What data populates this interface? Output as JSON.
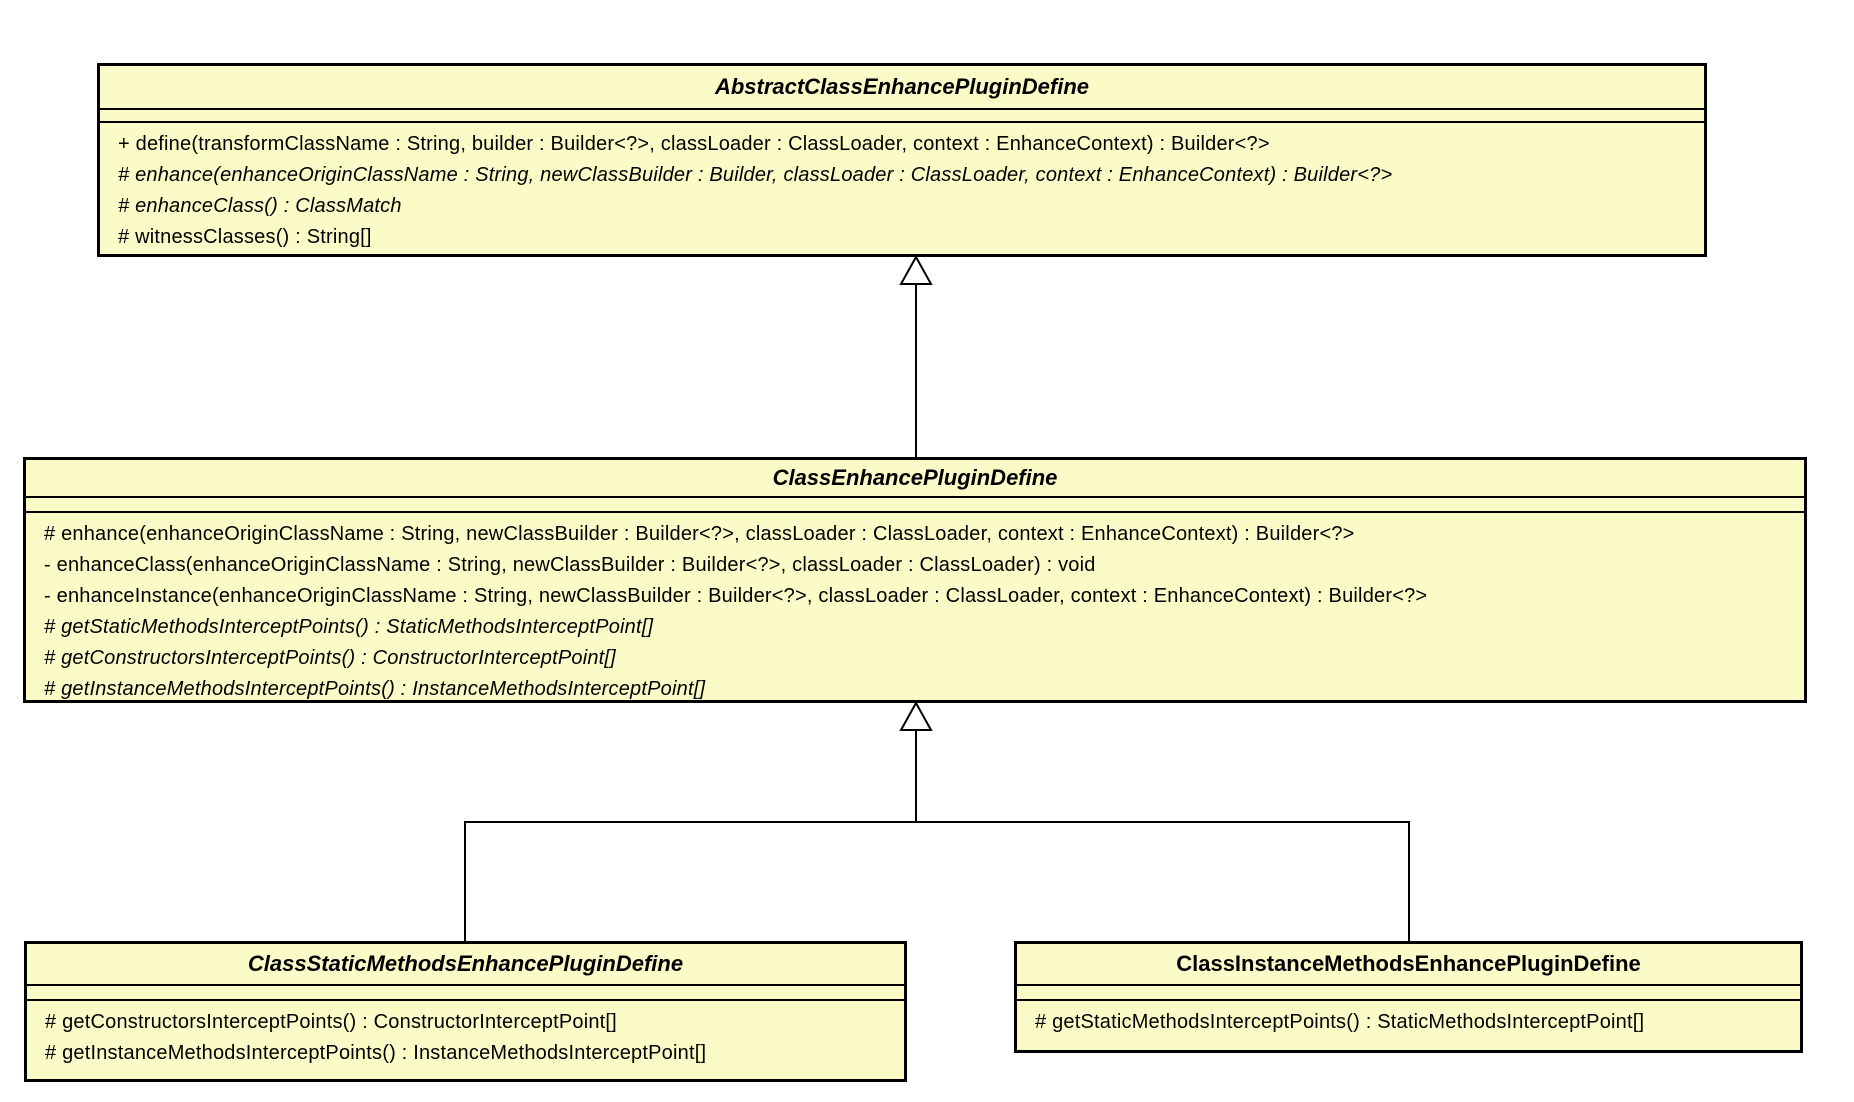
{
  "diagram": {
    "type": "uml-class-diagram",
    "background_color": "#FFFFFF",
    "box_fill_color": "#FBFBC8",
    "border_color": "#000000",
    "text_color": "#000000"
  },
  "classes": [
    {
      "name": "AbstractClassEnhancePluginDefine",
      "name_style": "bold-italic",
      "abstract": true,
      "attributes": [],
      "methods": [
        {
          "text": "+ define(transformClassName : String, builder : Builder<?>, classLoader : ClassLoader, context : EnhanceContext) : Builder<?>",
          "style": "normal"
        },
        {
          "text": "# enhance(enhanceOriginClassName : String, newClassBuilder : Builder, classLoader : ClassLoader, context : EnhanceContext) : Builder<?>",
          "style": "italic"
        },
        {
          "text": "# enhanceClass() : ClassMatch",
          "style": "italic"
        },
        {
          "text": "# witnessClasses() : String[]",
          "style": "normal"
        }
      ]
    },
    {
      "name": "ClassEnhancePluginDefine",
      "name_style": "bold-italic",
      "abstract": true,
      "attributes": [],
      "methods": [
        {
          "text": "# enhance(enhanceOriginClassName : String, newClassBuilder : Builder<?>, classLoader : ClassLoader, context : EnhanceContext) : Builder<?>",
          "style": "normal"
        },
        {
          "text": "- enhanceClass(enhanceOriginClassName : String, newClassBuilder : Builder<?>, classLoader : ClassLoader) : void",
          "style": "normal"
        },
        {
          "text": "- enhanceInstance(enhanceOriginClassName : String, newClassBuilder : Builder<?>, classLoader : ClassLoader, context : EnhanceContext) : Builder<?>",
          "style": "normal"
        },
        {
          "text": "# getStaticMethodsInterceptPoints() : StaticMethodsInterceptPoint[]",
          "style": "italic"
        },
        {
          "text": "# getConstructorsInterceptPoints() : ConstructorInterceptPoint[]",
          "style": "italic"
        },
        {
          "text": "# getInstanceMethodsInterceptPoints() : InstanceMethodsInterceptPoint[]",
          "style": "italic"
        }
      ]
    },
    {
      "name": "ClassStaticMethodsEnhancePluginDefine",
      "name_style": "bold-italic",
      "abstract": true,
      "attributes": [],
      "methods": [
        {
          "text": "# getConstructorsInterceptPoints() : ConstructorInterceptPoint[]",
          "style": "normal"
        },
        {
          "text": "# getInstanceMethodsInterceptPoints() : InstanceMethodsInterceptPoint[]",
          "style": "normal"
        }
      ]
    },
    {
      "name": "ClassInstanceMethodsEnhancePluginDefine",
      "name_style": "bold",
      "abstract": false,
      "attributes": [],
      "methods": [
        {
          "text": "# getStaticMethodsInterceptPoints() : StaticMethodsInterceptPoint[]",
          "style": "normal"
        }
      ]
    }
  ],
  "relations": [
    {
      "type": "generalization",
      "from": "ClassEnhancePluginDefine",
      "to": "AbstractClassEnhancePluginDefine"
    },
    {
      "type": "generalization",
      "from": "ClassStaticMethodsEnhancePluginDefine",
      "to": "ClassEnhancePluginDefine"
    },
    {
      "type": "generalization",
      "from": "ClassInstanceMethodsEnhancePluginDefine",
      "to": "ClassEnhancePluginDefine"
    }
  ]
}
